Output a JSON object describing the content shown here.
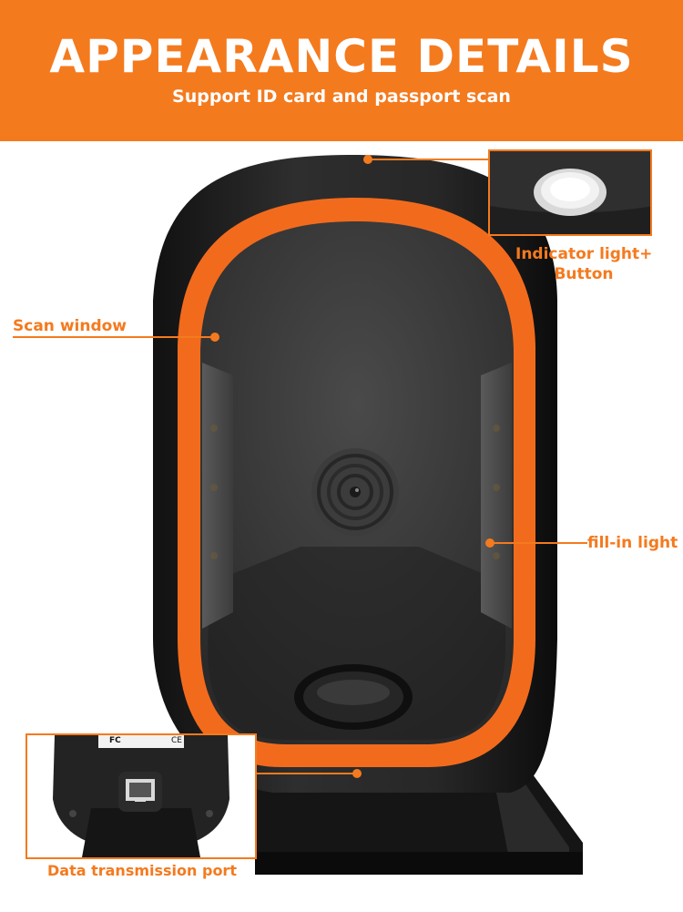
{
  "header": {
    "title": "APPEARANCE DETAILS",
    "subtitle": "Support ID card and passport scan"
  },
  "callouts": {
    "indicator_line1": "Indicator light+",
    "indicator_line2": "Button",
    "scan_window": "Scan window",
    "fill_in_light": "fill-in light",
    "data_port": "Data transmission port"
  },
  "inset_labels": {
    "fc_mark": "FC",
    "ce_mark": "CE"
  },
  "colors": {
    "accent": "#f47a1e",
    "device_body": "#232323",
    "scan_ring": "#f26b1d"
  },
  "icons": [
    "indicator-button-icon",
    "camera-lens-icon",
    "ethernet-port-icon"
  ]
}
